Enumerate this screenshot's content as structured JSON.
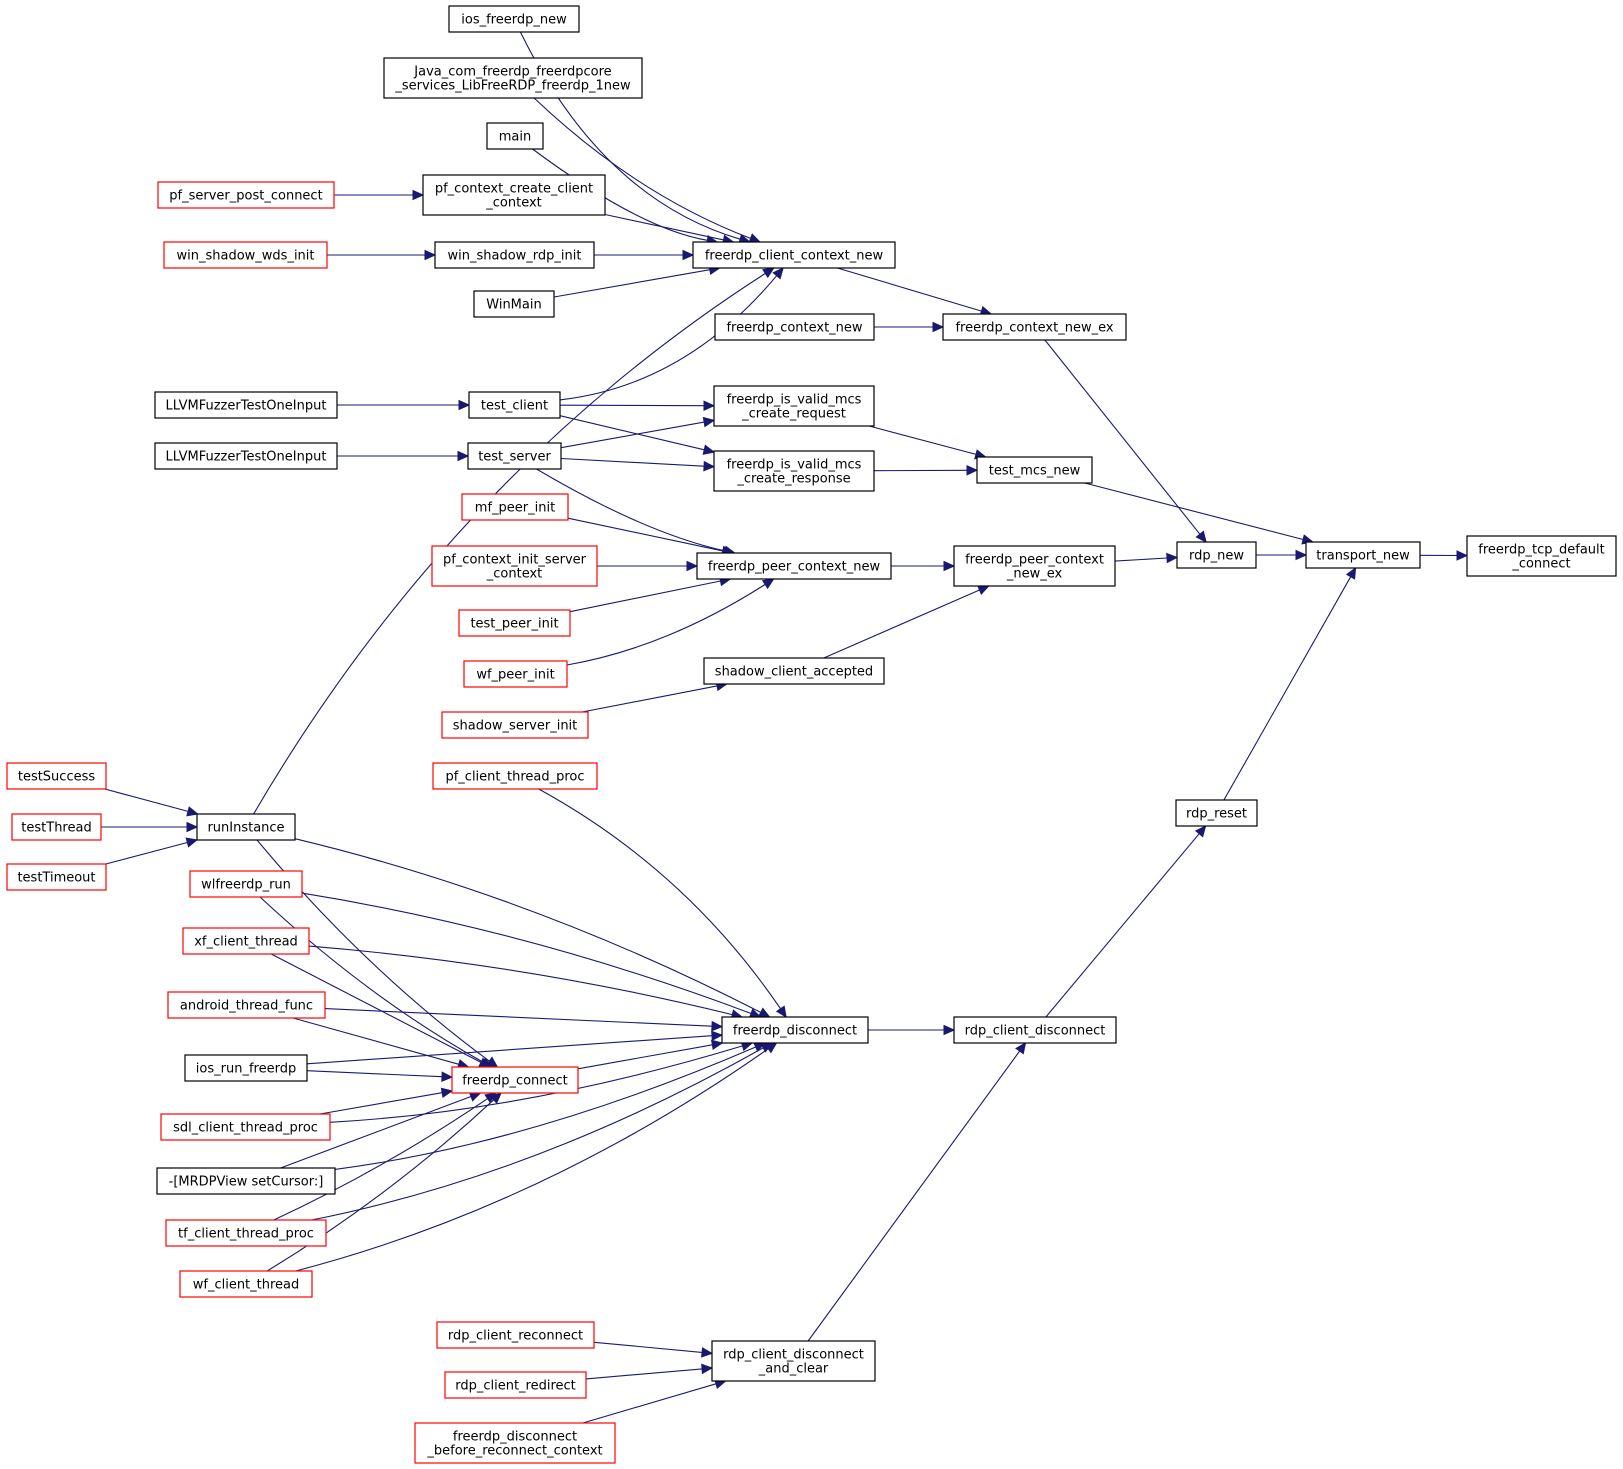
{
  "colors": {
    "edge": "#191970",
    "node_border_black": "#000000",
    "node_border_red": "#ff0000",
    "focus_fill": "#bfbfbf",
    "node_fill": "#ffffff"
  },
  "nodes": [
    {
      "id": "ios_freerdp_new",
      "lines": [
        "ios_freerdp_new"
      ],
      "border": "black"
    },
    {
      "id": "java_new",
      "lines": [
        "Java_com_freerdp_freerdpcore",
        "_services_LibFreeRDP_freerdp_1new"
      ],
      "border": "black"
    },
    {
      "id": "main",
      "lines": [
        "main"
      ],
      "border": "black"
    },
    {
      "id": "pf_context_create_client_context",
      "lines": [
        "pf_context_create_client",
        "_context"
      ],
      "border": "black"
    },
    {
      "id": "pf_server_post_connect",
      "lines": [
        "pf_server_post_connect"
      ],
      "border": "red"
    },
    {
      "id": "win_shadow_wds_init",
      "lines": [
        "win_shadow_wds_init"
      ],
      "border": "red"
    },
    {
      "id": "win_shadow_rdp_init",
      "lines": [
        "win_shadow_rdp_init"
      ],
      "border": "black"
    },
    {
      "id": "winmain",
      "lines": [
        "WinMain"
      ],
      "border": "black"
    },
    {
      "id": "freerdp_client_context_new",
      "lines": [
        "freerdp_client_context_new"
      ],
      "border": "black"
    },
    {
      "id": "freerdp_context_new",
      "lines": [
        "freerdp_context_new"
      ],
      "border": "black"
    },
    {
      "id": "freerdp_context_new_ex",
      "lines": [
        "freerdp_context_new_ex"
      ],
      "border": "black"
    },
    {
      "id": "llvm1",
      "lines": [
        "LLVMFuzzerTestOneInput"
      ],
      "border": "black"
    },
    {
      "id": "test_client",
      "lines": [
        "test_client"
      ],
      "border": "black"
    },
    {
      "id": "valid_mcs_request",
      "lines": [
        "freerdp_is_valid_mcs",
        "_create_request"
      ],
      "border": "black"
    },
    {
      "id": "llvm2",
      "lines": [
        "LLVMFuzzerTestOneInput"
      ],
      "border": "black"
    },
    {
      "id": "test_server",
      "lines": [
        "test_server"
      ],
      "border": "black"
    },
    {
      "id": "valid_mcs_response",
      "lines": [
        "freerdp_is_valid_mcs",
        "_create_response"
      ],
      "border": "black"
    },
    {
      "id": "test_mcs_new",
      "lines": [
        "test_mcs_new"
      ],
      "border": "black"
    },
    {
      "id": "mf_peer_init",
      "lines": [
        "mf_peer_init"
      ],
      "border": "red"
    },
    {
      "id": "pf_context_init_server_context",
      "lines": [
        "pf_context_init_server",
        "_context"
      ],
      "border": "red"
    },
    {
      "id": "freerdp_peer_context_new",
      "lines": [
        "freerdp_peer_context_new"
      ],
      "border": "black"
    },
    {
      "id": "freerdp_peer_context_new_ex",
      "lines": [
        "freerdp_peer_context",
        "_new_ex"
      ],
      "border": "black"
    },
    {
      "id": "rdp_new",
      "lines": [
        "rdp_new"
      ],
      "border": "black"
    },
    {
      "id": "transport_new",
      "lines": [
        "transport_new"
      ],
      "border": "black"
    },
    {
      "id": "focus",
      "lines": [
        "freerdp_tcp_default",
        "_connect"
      ],
      "border": "black",
      "focus": true
    },
    {
      "id": "test_peer_init",
      "lines": [
        "test_peer_init"
      ],
      "border": "red"
    },
    {
      "id": "wf_peer_init",
      "lines": [
        "wf_peer_init"
      ],
      "border": "red"
    },
    {
      "id": "shadow_client_accepted",
      "lines": [
        "shadow_client_accepted"
      ],
      "border": "black"
    },
    {
      "id": "shadow_server_init",
      "lines": [
        "shadow_server_init"
      ],
      "border": "red"
    },
    {
      "id": "pf_client_thread_proc",
      "lines": [
        "pf_client_thread_proc"
      ],
      "border": "red"
    },
    {
      "id": "testSuccess",
      "lines": [
        "testSuccess"
      ],
      "border": "red"
    },
    {
      "id": "testThread",
      "lines": [
        "testThread"
      ],
      "border": "red"
    },
    {
      "id": "testTimeout",
      "lines": [
        "testTimeout"
      ],
      "border": "red"
    },
    {
      "id": "runInstance",
      "lines": [
        "runInstance"
      ],
      "border": "black"
    },
    {
      "id": "rdp_reset",
      "lines": [
        "rdp_reset"
      ],
      "border": "black"
    },
    {
      "id": "wlfreerdp_run",
      "lines": [
        "wlfreerdp_run"
      ],
      "border": "red"
    },
    {
      "id": "xf_client_thread",
      "lines": [
        "xf_client_thread"
      ],
      "border": "red"
    },
    {
      "id": "android_thread_func",
      "lines": [
        "android_thread_func"
      ],
      "border": "red"
    },
    {
      "id": "freerdp_disconnect",
      "lines": [
        "freerdp_disconnect"
      ],
      "border": "black"
    },
    {
      "id": "rdp_client_disconnect",
      "lines": [
        "rdp_client_disconnect"
      ],
      "border": "black"
    },
    {
      "id": "ios_run_freerdp",
      "lines": [
        "ios_run_freerdp"
      ],
      "border": "black"
    },
    {
      "id": "freerdp_connect",
      "lines": [
        "freerdp_connect"
      ],
      "border": "red"
    },
    {
      "id": "sdl_client_thread_proc",
      "lines": [
        "sdl_client_thread_proc"
      ],
      "border": "red"
    },
    {
      "id": "mrdpview_setcursor",
      "lines": [
        "-[MRDPView setCursor:]"
      ],
      "border": "black"
    },
    {
      "id": "tf_client_thread_proc",
      "lines": [
        "tf_client_thread_proc"
      ],
      "border": "red"
    },
    {
      "id": "wf_client_thread",
      "lines": [
        "wf_client_thread"
      ],
      "border": "red"
    },
    {
      "id": "rdp_client_reconnect",
      "lines": [
        "rdp_client_reconnect"
      ],
      "border": "red"
    },
    {
      "id": "rdp_client_redirect",
      "lines": [
        "rdp_client_redirect"
      ],
      "border": "red"
    },
    {
      "id": "rdp_client_disconnect_and_clear",
      "lines": [
        "rdp_client_disconnect",
        "_and_clear"
      ],
      "border": "black"
    },
    {
      "id": "freerdp_disconnect_before_reconnect_context",
      "lines": [
        "freerdp_disconnect",
        "_before_reconnect_context"
      ],
      "border": "red"
    }
  ],
  "edges": [
    {
      "from": "ios_freerdp_new",
      "to": "freerdp_client_context_new"
    },
    {
      "from": "java_new",
      "to": "freerdp_client_context_new"
    },
    {
      "from": "main",
      "to": "freerdp_client_context_new"
    },
    {
      "from": "pf_context_create_client_context",
      "to": "freerdp_client_context_new"
    },
    {
      "from": "pf_server_post_connect",
      "to": "pf_context_create_client_context"
    },
    {
      "from": "win_shadow_wds_init",
      "to": "win_shadow_rdp_init"
    },
    {
      "from": "win_shadow_rdp_init",
      "to": "freerdp_client_context_new"
    },
    {
      "from": "winmain",
      "to": "freerdp_client_context_new"
    },
    {
      "from": "runInstance",
      "to": "freerdp_client_context_new"
    },
    {
      "from": "test_client",
      "to": "freerdp_client_context_new"
    },
    {
      "from": "freerdp_client_context_new",
      "to": "freerdp_context_new_ex"
    },
    {
      "from": "freerdp_context_new",
      "to": "freerdp_context_new_ex"
    },
    {
      "from": "freerdp_context_new_ex",
      "to": "rdp_new"
    },
    {
      "from": "llvm1",
      "to": "test_client"
    },
    {
      "from": "test_client",
      "to": "valid_mcs_request"
    },
    {
      "from": "test_client",
      "to": "valid_mcs_response"
    },
    {
      "from": "llvm2",
      "to": "test_server"
    },
    {
      "from": "test_server",
      "to": "valid_mcs_request"
    },
    {
      "from": "test_server",
      "to": "valid_mcs_response"
    },
    {
      "from": "test_server",
      "to": "freerdp_peer_context_new"
    },
    {
      "from": "valid_mcs_request",
      "to": "test_mcs_new"
    },
    {
      "from": "valid_mcs_response",
      "to": "test_mcs_new"
    },
    {
      "from": "test_mcs_new",
      "to": "transport_new"
    },
    {
      "from": "mf_peer_init",
      "to": "freerdp_peer_context_new"
    },
    {
      "from": "pf_context_init_server_context",
      "to": "freerdp_peer_context_new"
    },
    {
      "from": "test_peer_init",
      "to": "freerdp_peer_context_new"
    },
    {
      "from": "wf_peer_init",
      "to": "freerdp_peer_context_new"
    },
    {
      "from": "freerdp_peer_context_new",
      "to": "freerdp_peer_context_new_ex"
    },
    {
      "from": "shadow_client_accepted",
      "to": "freerdp_peer_context_new_ex"
    },
    {
      "from": "shadow_server_init",
      "to": "shadow_client_accepted"
    },
    {
      "from": "freerdp_peer_context_new_ex",
      "to": "rdp_new"
    },
    {
      "from": "rdp_new",
      "to": "transport_new"
    },
    {
      "from": "transport_new",
      "to": "focus"
    },
    {
      "from": "rdp_reset",
      "to": "transport_new"
    },
    {
      "from": "testSuccess",
      "to": "runInstance"
    },
    {
      "from": "testThread",
      "to": "runInstance"
    },
    {
      "from": "testTimeout",
      "to": "runInstance"
    },
    {
      "from": "runInstance",
      "to": "freerdp_connect"
    },
    {
      "from": "runInstance",
      "to": "freerdp_disconnect"
    },
    {
      "from": "pf_client_thread_proc",
      "to": "freerdp_disconnect"
    },
    {
      "from": "wlfreerdp_run",
      "to": "freerdp_connect"
    },
    {
      "from": "wlfreerdp_run",
      "to": "freerdp_disconnect"
    },
    {
      "from": "xf_client_thread",
      "to": "freerdp_connect"
    },
    {
      "from": "xf_client_thread",
      "to": "freerdp_disconnect"
    },
    {
      "from": "android_thread_func",
      "to": "freerdp_connect"
    },
    {
      "from": "android_thread_func",
      "to": "freerdp_disconnect"
    },
    {
      "from": "ios_run_freerdp",
      "to": "freerdp_connect"
    },
    {
      "from": "ios_run_freerdp",
      "to": "freerdp_disconnect"
    },
    {
      "from": "freerdp_connect",
      "to": "freerdp_disconnect"
    },
    {
      "from": "sdl_client_thread_proc",
      "to": "freerdp_connect"
    },
    {
      "from": "sdl_client_thread_proc",
      "to": "freerdp_disconnect"
    },
    {
      "from": "mrdpview_setcursor",
      "to": "freerdp_connect"
    },
    {
      "from": "mrdpview_setcursor",
      "to": "freerdp_disconnect"
    },
    {
      "from": "tf_client_thread_proc",
      "to": "freerdp_connect"
    },
    {
      "from": "tf_client_thread_proc",
      "to": "freerdp_disconnect"
    },
    {
      "from": "wf_client_thread",
      "to": "freerdp_connect"
    },
    {
      "from": "wf_client_thread",
      "to": "freerdp_disconnect"
    },
    {
      "from": "freerdp_disconnect",
      "to": "rdp_client_disconnect"
    },
    {
      "from": "rdp_client_disconnect",
      "to": "rdp_reset"
    },
    {
      "from": "rdp_client_disconnect_and_clear",
      "to": "rdp_client_disconnect"
    },
    {
      "from": "rdp_client_reconnect",
      "to": "rdp_client_disconnect_and_clear"
    },
    {
      "from": "rdp_client_redirect",
      "to": "rdp_client_disconnect_and_clear"
    },
    {
      "from": "freerdp_disconnect_before_reconnect_context",
      "to": "rdp_client_disconnect_and_clear"
    }
  ]
}
